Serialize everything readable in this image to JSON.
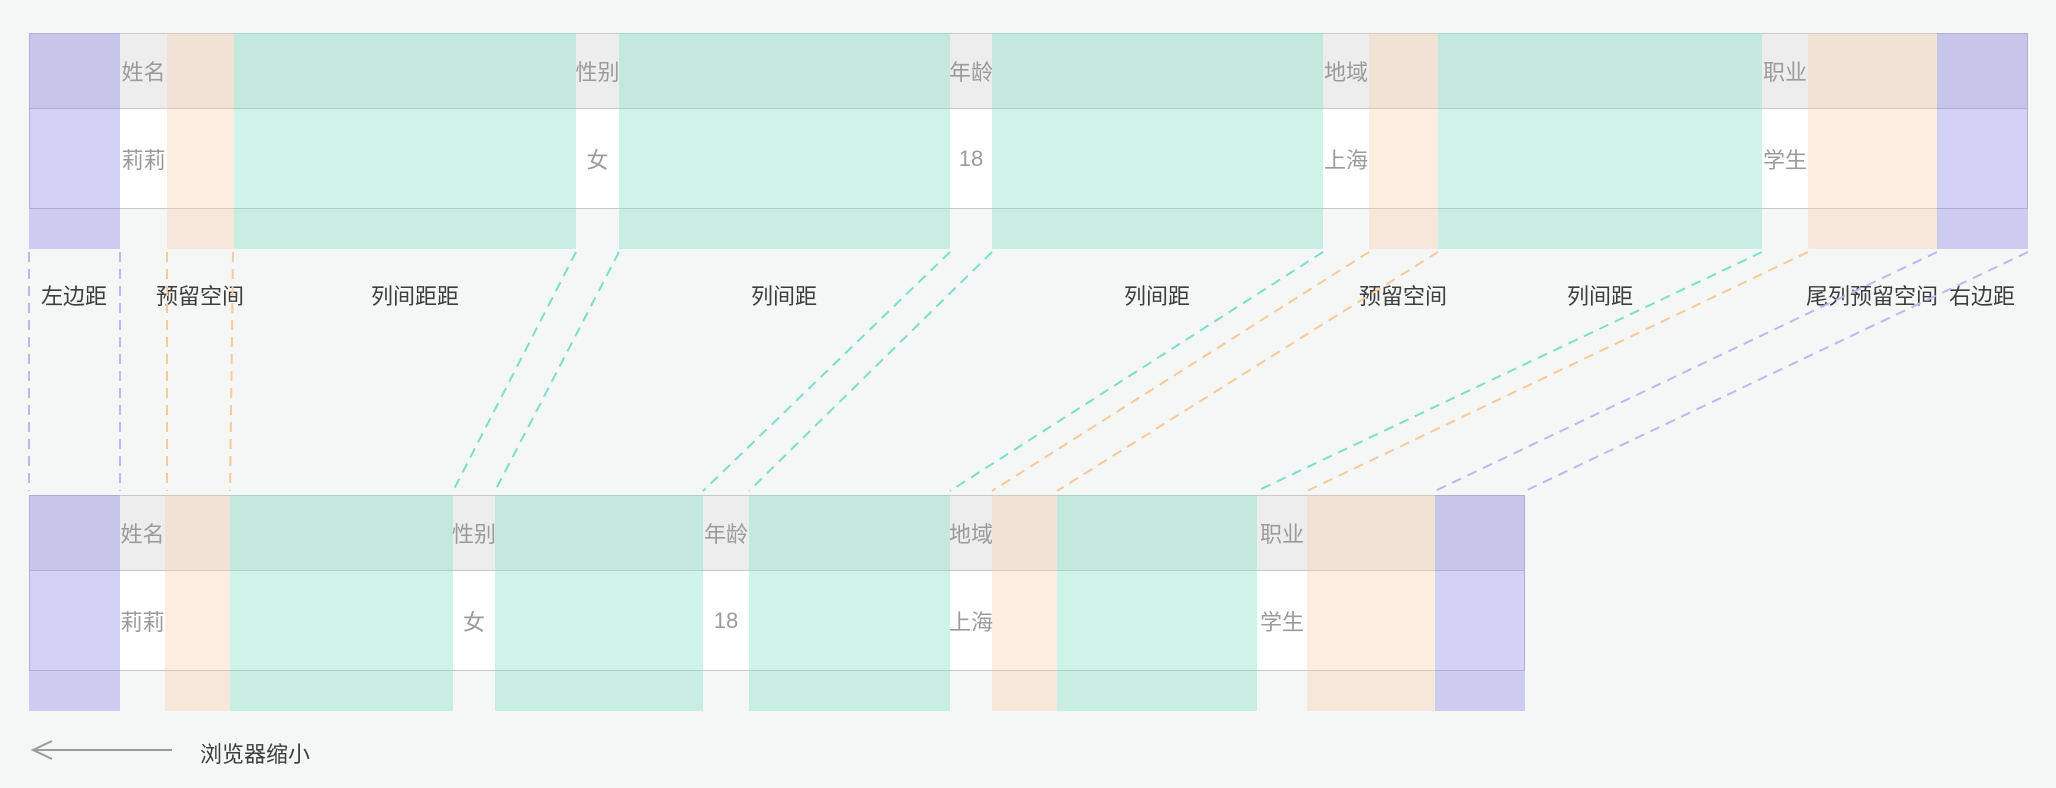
{
  "table": {
    "headers": [
      "姓名",
      "性别",
      "年龄",
      "地域",
      "职业"
    ],
    "row": [
      "莉莉",
      "女",
      "18",
      "上海",
      "学生"
    ]
  },
  "legend": {
    "labels": [
      "左边距",
      "预留空间",
      "列间距距",
      "列间距",
      "列间距",
      "预留空间",
      "列间距",
      "尾列预留空间",
      "右边距"
    ]
  },
  "annotation": {
    "shrink_label": "浏览器缩小"
  },
  "colors": {
    "page_bg": "#f5f6f6",
    "header_bg": "#ededed",
    "body_bg": "#ffffff",
    "border_grey": "#c9c9c9",
    "cell_text": "#9b9b9b",
    "label_text": "#3d3d3d",
    "margin_purple": "rgba(130,124,228,0.35)",
    "reserve_orange": "rgba(252,198,162,0.32)",
    "gap_green": "rgba(127,224,196,0.38)",
    "dash_purple": "#bcb8f0",
    "dash_orange": "#fac996",
    "dash_green": "#7be0c5",
    "arrow_grey": "#9b9b9b"
  }
}
